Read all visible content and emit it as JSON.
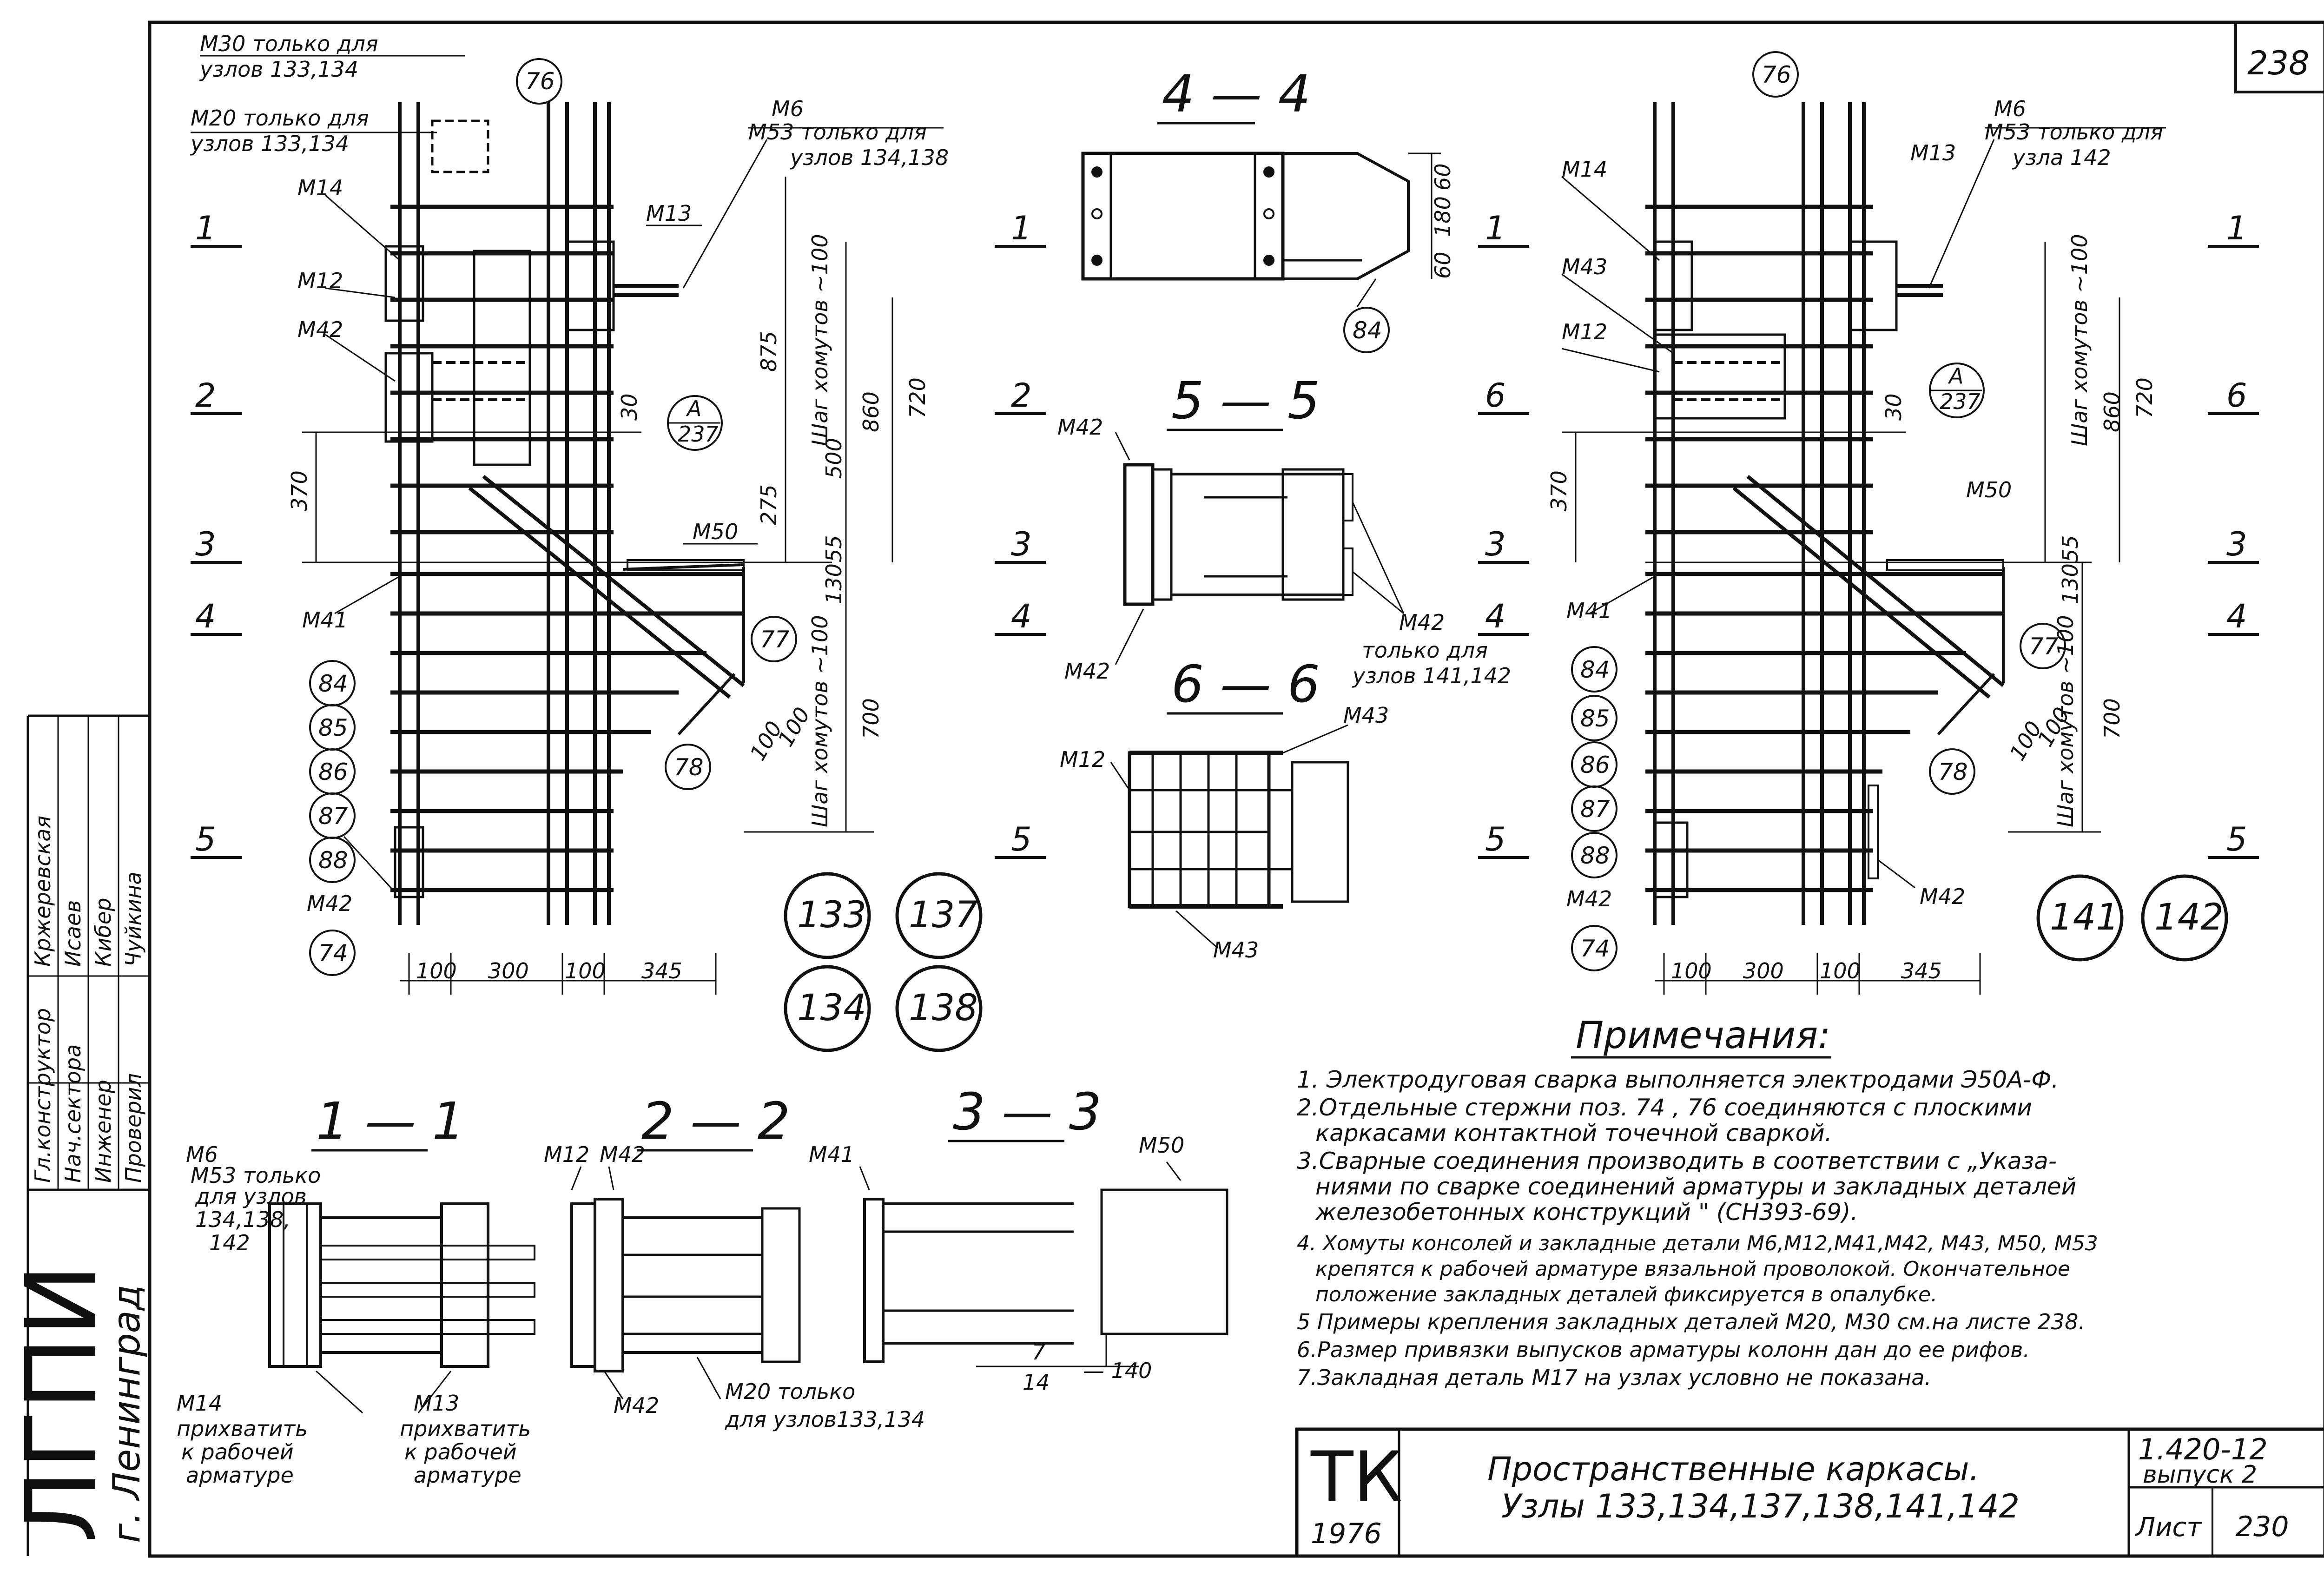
{
  "sheet": {
    "number_top": "238",
    "org": "ЛГПИ",
    "city": "г. Ленинград",
    "tk": "ТК",
    "year": "1976",
    "title_line1": "Пространственные каркасы.",
    "title_line2": "Узлы 133,134,137,138,141,142",
    "series": "1.420-12",
    "issue": "выпуск 2",
    "list_label": "Лист",
    "list_no": "230"
  },
  "stamp_rows": [
    {
      "role": "Гл.конструктор",
      "name": "Кржеревская"
    },
    {
      "role": "Нач.сектора",
      "name": "Исаев"
    },
    {
      "role": "Инженер",
      "name": "Кибер"
    },
    {
      "role": "Проверил",
      "name": "Чуйкина"
    }
  ],
  "sections": {
    "s11": "1 — 1",
    "s22": "2 — 2",
    "s33": "3 — 3",
    "s44": "4 — 4",
    "s55": "5 — 5",
    "s66": "6 — 6"
  },
  "left_view": {
    "m30": "М30 только для",
    "m30b": "узлов 133,134",
    "m20": "М20 только для",
    "m20b": "узлов 133,134",
    "m6": "М6",
    "m53": "М53 только для",
    "m53b": "узлов 134,138",
    "m14": "М14",
    "m13": "М13",
    "m12": "М12",
    "m42": "М42",
    "m41": "М41",
    "m50": "М50",
    "m42b": "М42",
    "a_top": "А",
    "a_bot": "237",
    "step_top": "Шаг хомутов ~100",
    "step_bot": "Шаг хомутов ~100",
    "d875": "875",
    "d860": "860",
    "d720": "720",
    "d500": "500",
    "d275": "275",
    "d55": "55",
    "d130": "130",
    "d700": "700",
    "d370": "370",
    "d30": "30",
    "d100a": "100",
    "d100b": "100",
    "dim_bottom": [
      "100",
      "300",
      "100",
      "345"
    ],
    "cuts": [
      "1",
      "2",
      "3",
      "4",
      "5"
    ],
    "cuts_right": [
      "1",
      "2",
      "3",
      "4",
      "5"
    ],
    "pos": [
      "76",
      "84",
      "85",
      "86",
      "87",
      "88",
      "74",
      "77",
      "78"
    ],
    "nodes": [
      "133",
      "137",
      "134",
      "138"
    ]
  },
  "right_view": {
    "m6": "М6",
    "m53": "М53 только для",
    "m53b": "узла 142",
    "m14": "М14",
    "m13": "М13",
    "m43": "М43",
    "m12": "М12",
    "m41": "М41",
    "m50": "М50",
    "m42": "М42",
    "m42b": "М42",
    "a_top": "А",
    "a_bot": "237",
    "step_top": "Шаг хомутов ~100",
    "step_bot": "Шаг хомутов ~100",
    "d860": "860",
    "d720": "720",
    "d55": "55",
    "d130": "130",
    "d700": "700",
    "d370": "370",
    "d30": "30",
    "d100a": "100",
    "d100b": "100",
    "dim_bottom": [
      "100",
      "300",
      "100",
      "345"
    ],
    "cuts": [
      "1",
      "6",
      "3",
      "4",
      "5"
    ],
    "cuts_right": [
      "1",
      "6",
      "3",
      "4",
      "5"
    ],
    "pos": [
      "76",
      "84",
      "85",
      "86",
      "87",
      "88",
      "74",
      "77",
      "78"
    ],
    "nodes": [
      "141",
      "142"
    ]
  },
  "sec44": {
    "d60a": "60",
    "d180": "180",
    "d60b": "60",
    "pos": "84"
  },
  "sec55": {
    "m42a": "М42",
    "m42b": "М42",
    "m42c": "М42",
    "only": "только для",
    "only2": "узлов 141,142"
  },
  "sec66": {
    "m12": "М12",
    "m43a": "М43",
    "m43b": "М43"
  },
  "sec11": {
    "m6": "М6",
    "m53": "М53 только",
    "m53b": "для узлов",
    "m53c": "134,138,",
    "m53d": "142",
    "m14": "М14",
    "m14b": "прихватить",
    "m14c": "к рабочей",
    "m14d": "арматуре",
    "m13": "М13",
    "m13b": "прихватить",
    "m13c": "к рабочей",
    "m13d": "арматуре"
  },
  "sec22": {
    "m12": "М12",
    "m42a": "М42",
    "m42b": "М42",
    "m20": "М20 только",
    "m20b": "для узлов133,134"
  },
  "sec33": {
    "m41": "М41",
    "m50": "М50",
    "frac_top": "7",
    "frac_bot": "14",
    "dim": "— 140"
  },
  "notes": {
    "title": "Примечания:",
    "lines": [
      "1. Электродуговая сварка выполняется электродами Э50А-Ф.",
      "2.Отдельные стержни поз. 74 , 76  соединяются с плоскими",
      "каркасами контактной точечной сваркой.",
      "3.Сварные соединения производить в соответствии с „Указа-",
      "ниями по сварке соединений арматуры и закладных деталей",
      "железобетонных конструкций \" (СН393-69).",
      "4. Хомуты консолей и закладные детали М6,М12,М41,М42, М43, М50, М53",
      "крепятся к рабочей арматуре вязальной проволокой. Окончательное",
      "положение закладных деталей фиксируется в опалубке.",
      "5 Примеры крепления закладных деталей М20, М30 см.на листе 238.",
      "6.Размер привязки выпусков арматуры колонн дан до ее рифов.",
      "7.Закладная деталь М17 на узлах условно не показана."
    ]
  }
}
